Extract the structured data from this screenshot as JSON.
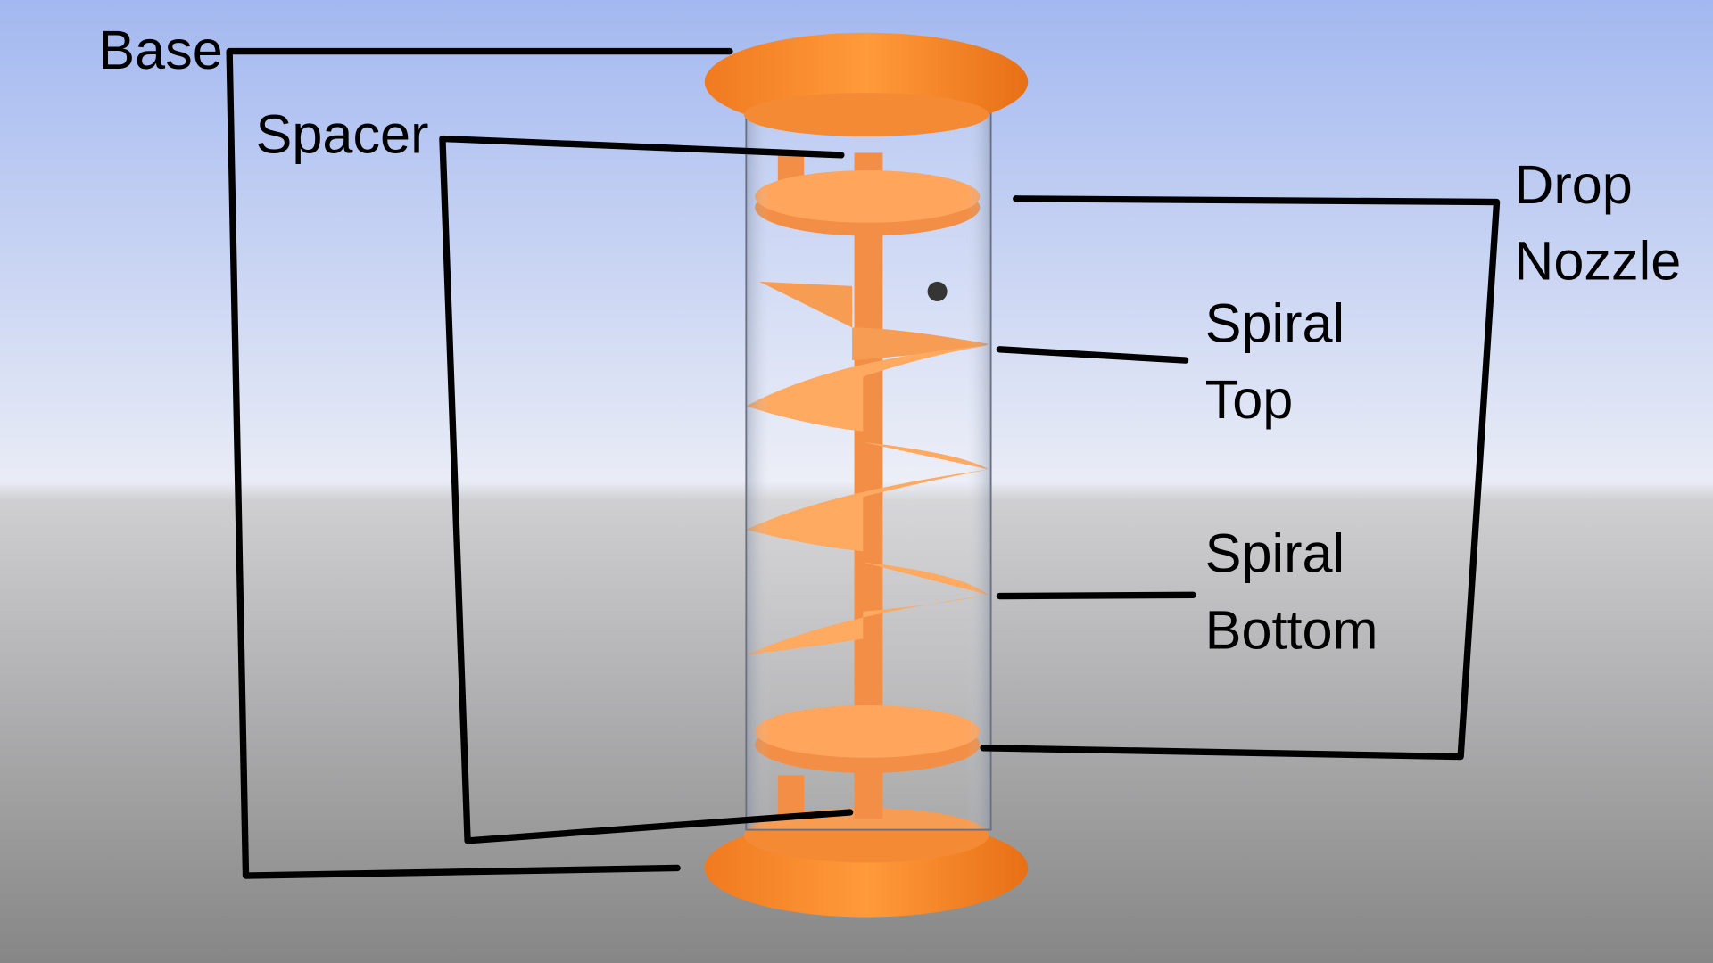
{
  "labels": {
    "base": "Base",
    "spacer": "Spacer",
    "drop_nozzle_line1": "Drop",
    "drop_nozzle_line2": "Nozzle",
    "spiral_top_line1": "Spiral",
    "spiral_top_line2": "Top",
    "spiral_bottom_line1": "Spiral",
    "spiral_bottom_line2": "Bottom"
  },
  "colors": {
    "part": "#ff8a2a",
    "leader_line": "#000000",
    "sky_top": "#a3b8f0",
    "floor_bottom": "#888888"
  }
}
